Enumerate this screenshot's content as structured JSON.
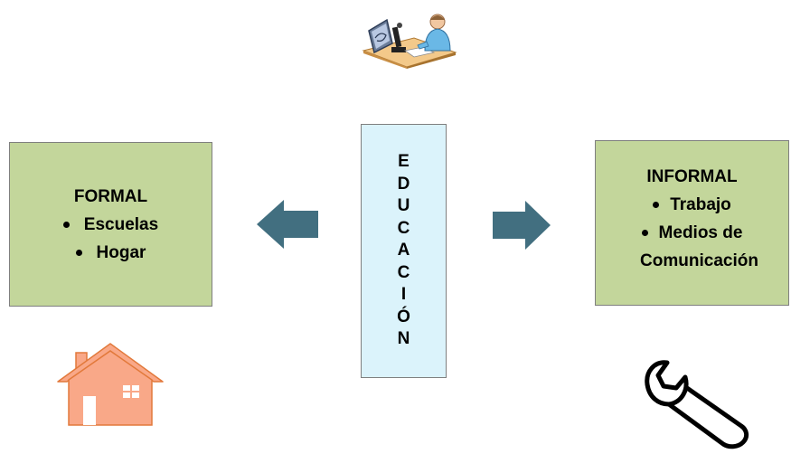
{
  "formal": {
    "title": "FORMAL",
    "items": [
      "Escuelas",
      "Hogar"
    ]
  },
  "informal": {
    "title": "INFORMAL",
    "items": [
      "Trabajo",
      "Medios de",
      "Comunicación"
    ]
  },
  "center": {
    "letters": [
      "E",
      "D",
      "U",
      "C",
      "A",
      "C",
      "I",
      "Ó",
      "N"
    ]
  },
  "icons": {
    "top": "computer-workstation-icon",
    "left_bottom": "house-icon",
    "right_bottom": "wrench-icon"
  },
  "colors": {
    "box_green": "#c3d69b",
    "center_box": "#dbf3fb",
    "arrow": "#426f80",
    "house_fill": "#f9a888",
    "house_stroke": "#e2793b"
  }
}
